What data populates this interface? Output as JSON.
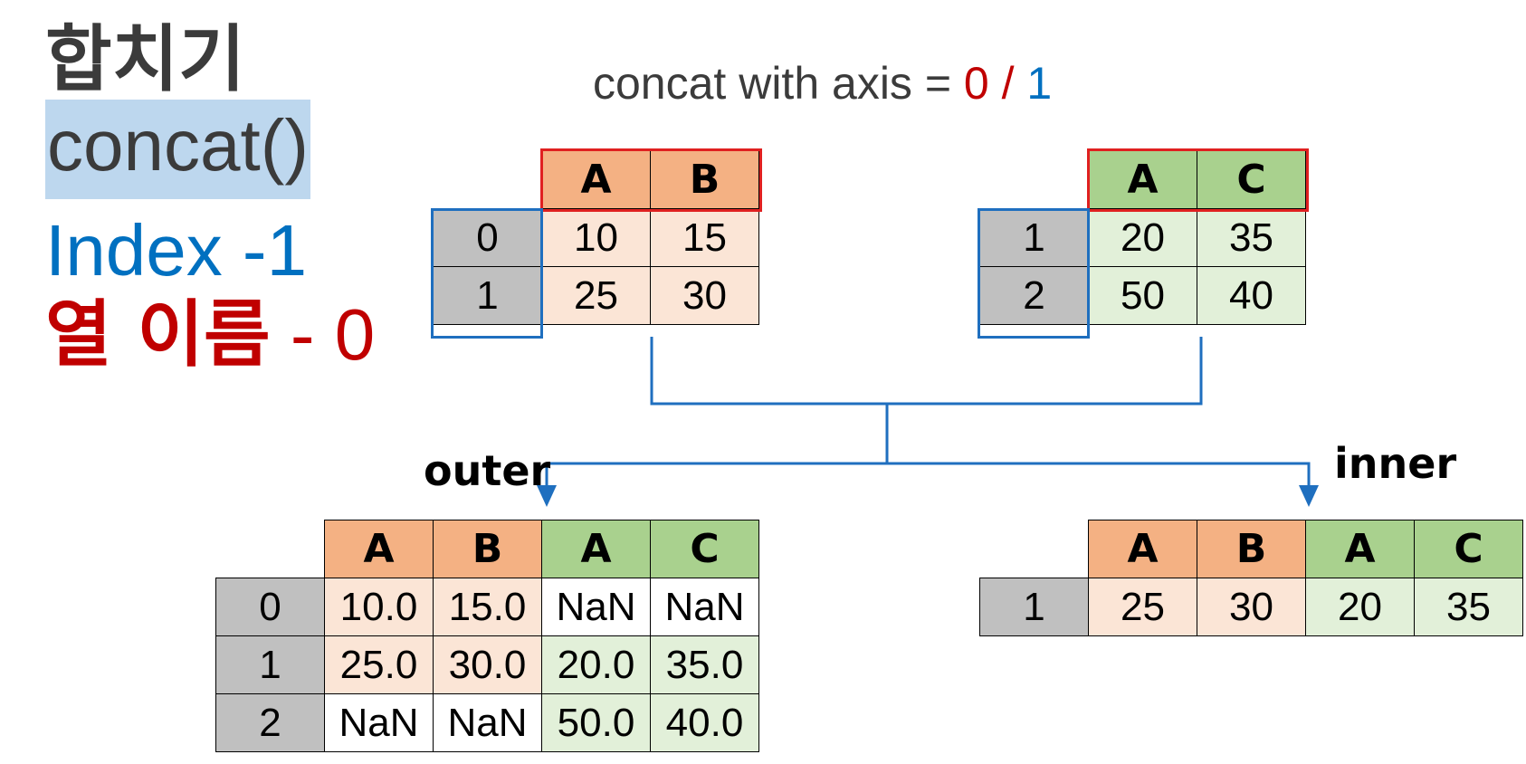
{
  "header": {
    "title": "합치기",
    "function_name": "concat()",
    "index_line": "Index -1",
    "column_line_label": "열 이름",
    "column_line_value": " - 0"
  },
  "caption": {
    "prefix": "concat with axis = ",
    "red_value": "0",
    "separator": " / ",
    "blue_value": "1"
  },
  "colors": {
    "title_gray": "#3b3b3b",
    "highlight": "#bdd7ee",
    "blue": "#0070c0",
    "red": "#c00000",
    "df1_header": "#f4b183",
    "df1_cell": "#fbe5d6",
    "df2_header": "#a9d18e",
    "df2_cell": "#e2f0d9",
    "index_cell": "#c0c0c0",
    "connector": "#1f6fbf",
    "frame_red": "#e02020"
  },
  "df1": {
    "columns": [
      "A",
      "B"
    ],
    "rows": [
      {
        "index": "0",
        "values": [
          "10",
          "15"
        ]
      },
      {
        "index": "1",
        "values": [
          "25",
          "30"
        ]
      }
    ]
  },
  "df2": {
    "columns": [
      "A",
      "C"
    ],
    "rows": [
      {
        "index": "1",
        "values": [
          "20",
          "35"
        ]
      },
      {
        "index": "2",
        "values": [
          "50",
          "40"
        ]
      }
    ]
  },
  "outer": {
    "label": "outer",
    "columns": [
      "A",
      "B",
      "A",
      "C"
    ],
    "rows": [
      {
        "index": "0",
        "values": [
          "10.0",
          "15.0",
          "NaN",
          "NaN"
        ]
      },
      {
        "index": "1",
        "values": [
          "25.0",
          "30.0",
          "20.0",
          "35.0"
        ]
      },
      {
        "index": "2",
        "values": [
          "NaN",
          "NaN",
          "50.0",
          "40.0"
        ]
      }
    ]
  },
  "inner": {
    "label": "inner",
    "columns": [
      "A",
      "B",
      "A",
      "C"
    ],
    "rows": [
      {
        "index": "1",
        "values": [
          "25",
          "30",
          "20",
          "35"
        ]
      }
    ]
  }
}
